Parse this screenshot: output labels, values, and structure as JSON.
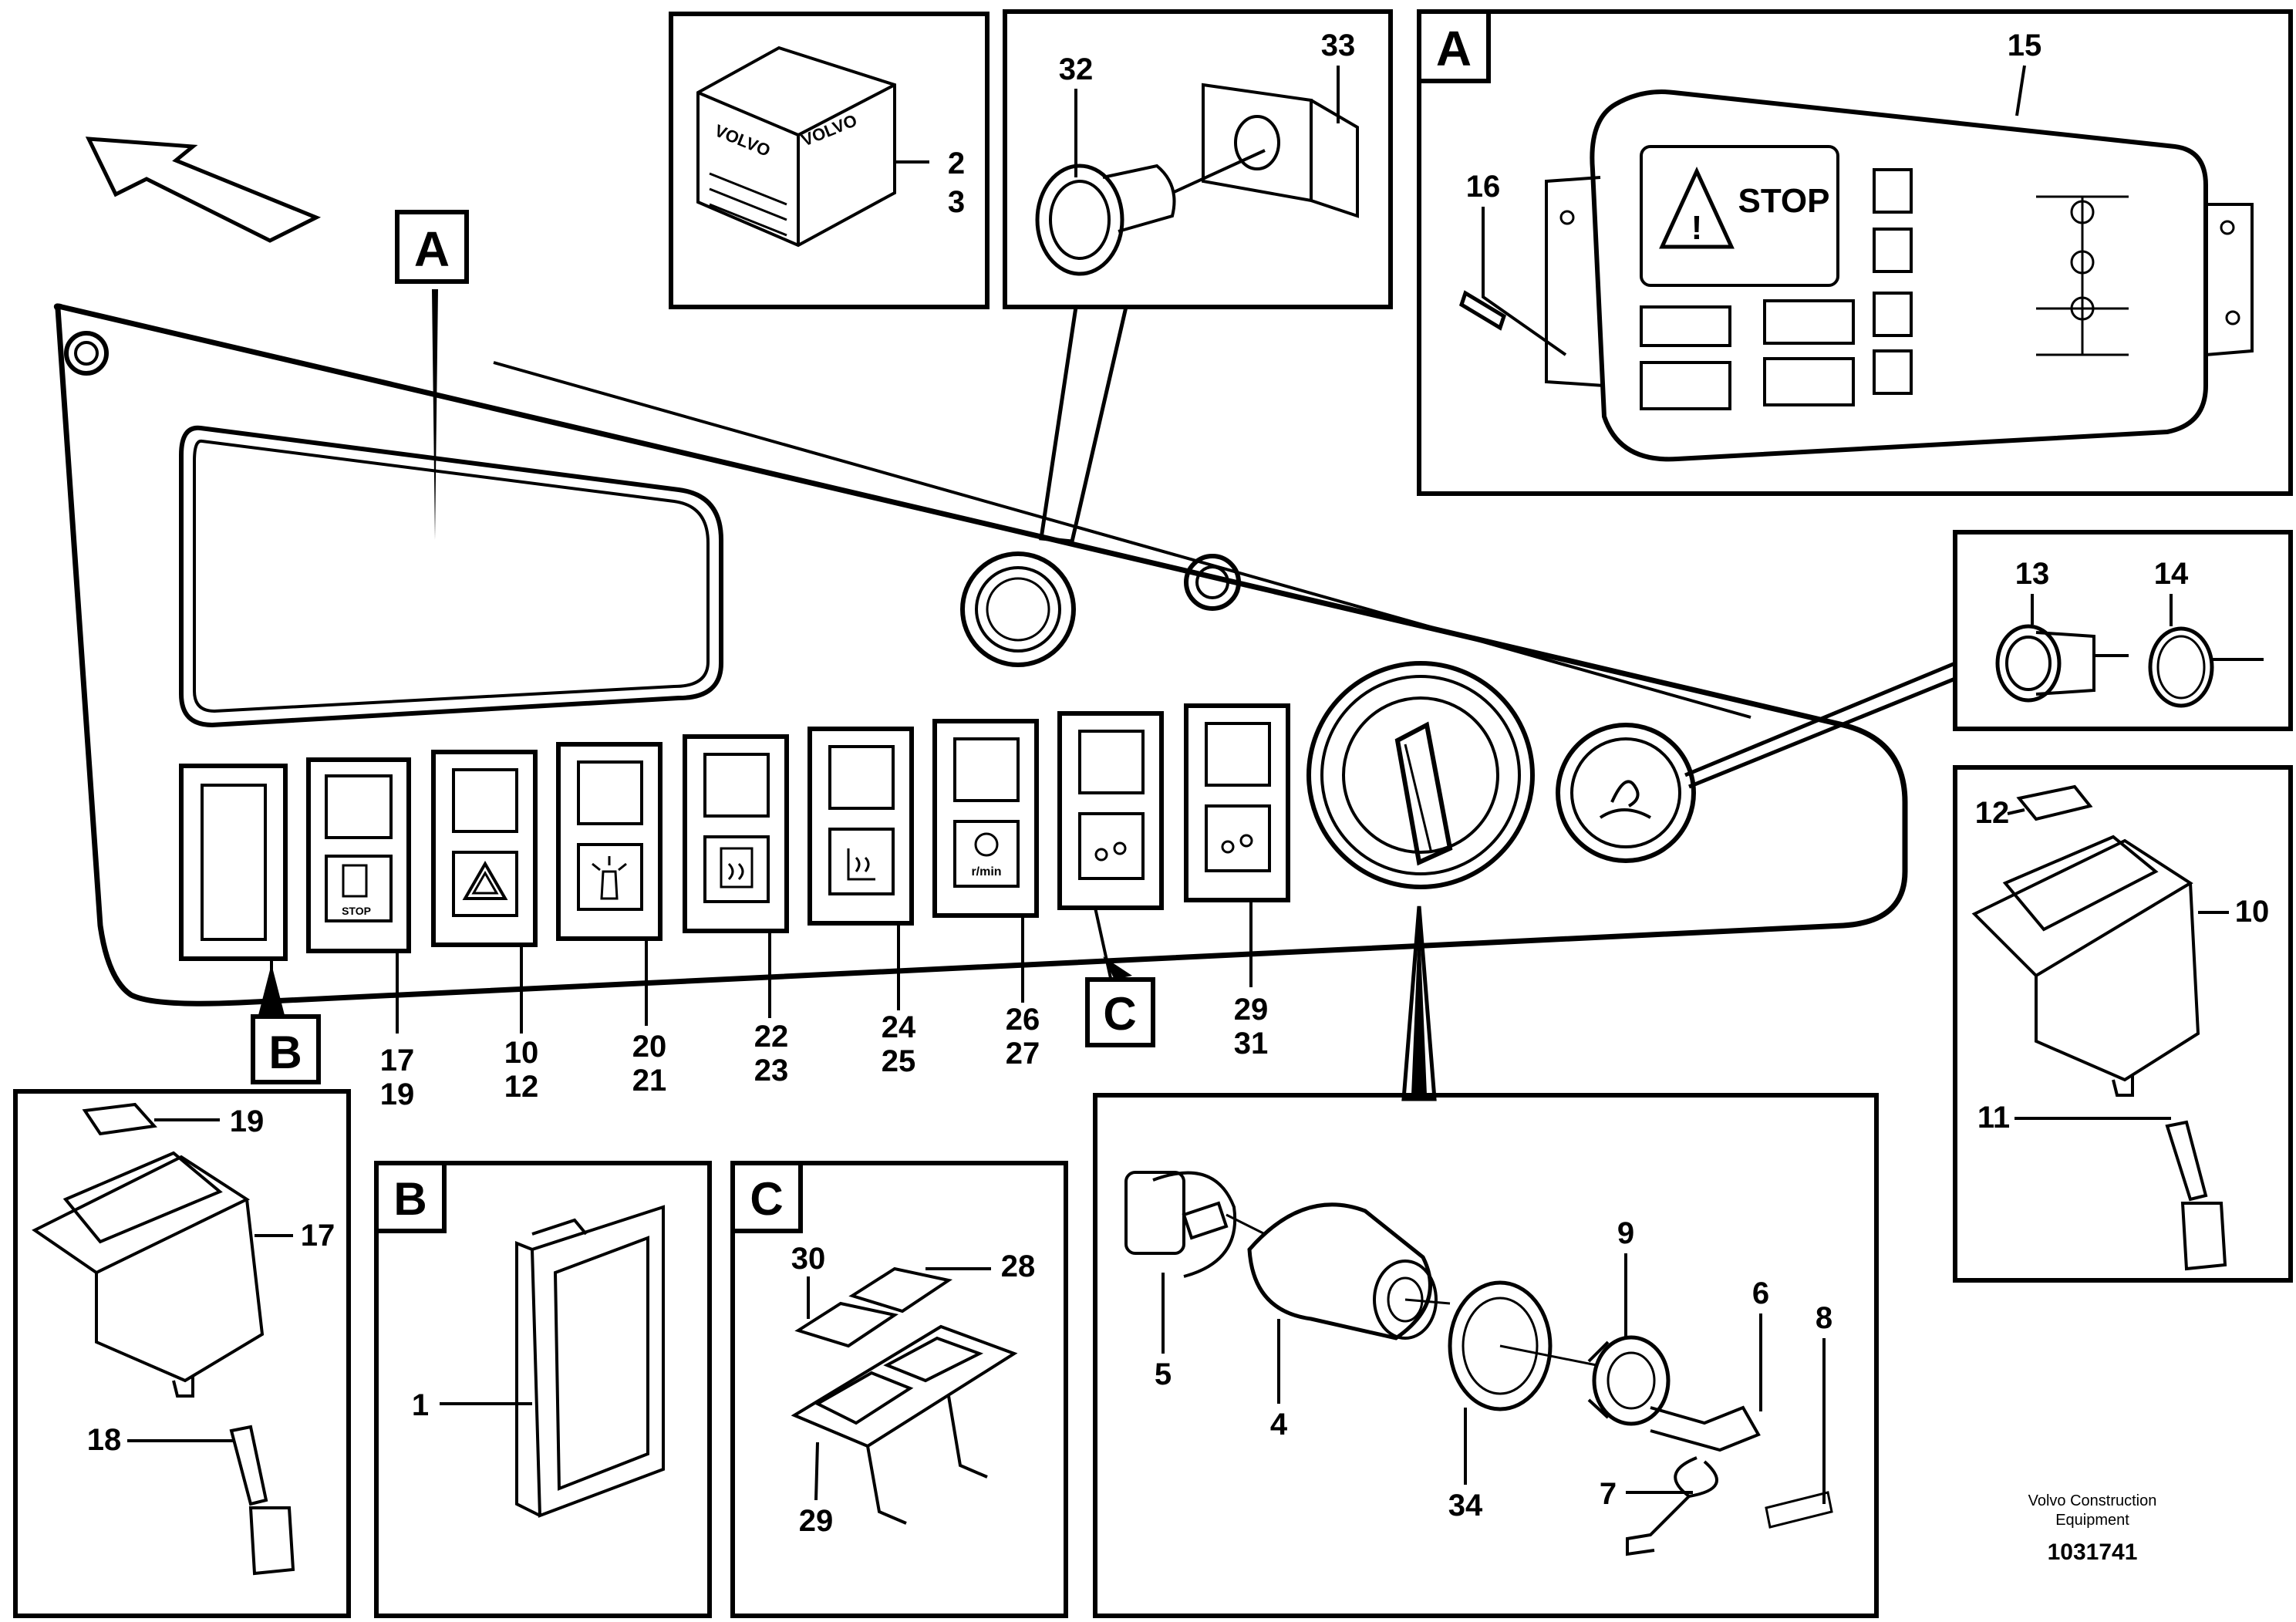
{
  "stop_text": "STOP",
  "brand_text": "VOLVO",
  "callouts": {
    "A": "A",
    "B": "B",
    "C": "C",
    "n1": "1",
    "n2": "2",
    "n3": "3",
    "n4": "4",
    "n5": "5",
    "n6": "6",
    "n7": "7",
    "n8": "8",
    "n9": "9",
    "n10": "10",
    "n11": "11",
    "n12": "12",
    "n13": "13",
    "n14": "14",
    "n15": "15",
    "n16": "16",
    "n17": "17",
    "n18": "18",
    "n19": "19",
    "n20": "20",
    "n21": "21",
    "n22": "22",
    "n23": "23",
    "n24": "24",
    "n25": "25",
    "n26": "26",
    "n27": "27",
    "n28": "28",
    "n29": "29",
    "n30": "30",
    "n31": "31",
    "n32": "32",
    "n33": "33",
    "n34": "34"
  },
  "rmin_text": "r/min",
  "footer": {
    "line1": "Volvo Construction",
    "line2": "Equipment",
    "drawing_number": "1031741"
  }
}
